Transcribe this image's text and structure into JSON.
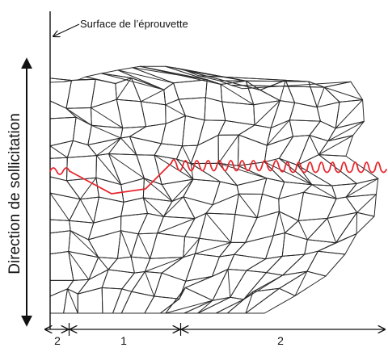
{
  "annotations": {
    "surface_label": "Surface de l’éprouvette",
    "loading_direction": "Direction de sollicitation"
  },
  "stages": [
    {
      "label": "2"
    },
    {
      "label": "1"
    },
    {
      "label": "2"
    }
  ],
  "colors": {
    "grain_edges": "#2b2b2b",
    "crack": "#e8262d",
    "text": "#111111"
  }
}
